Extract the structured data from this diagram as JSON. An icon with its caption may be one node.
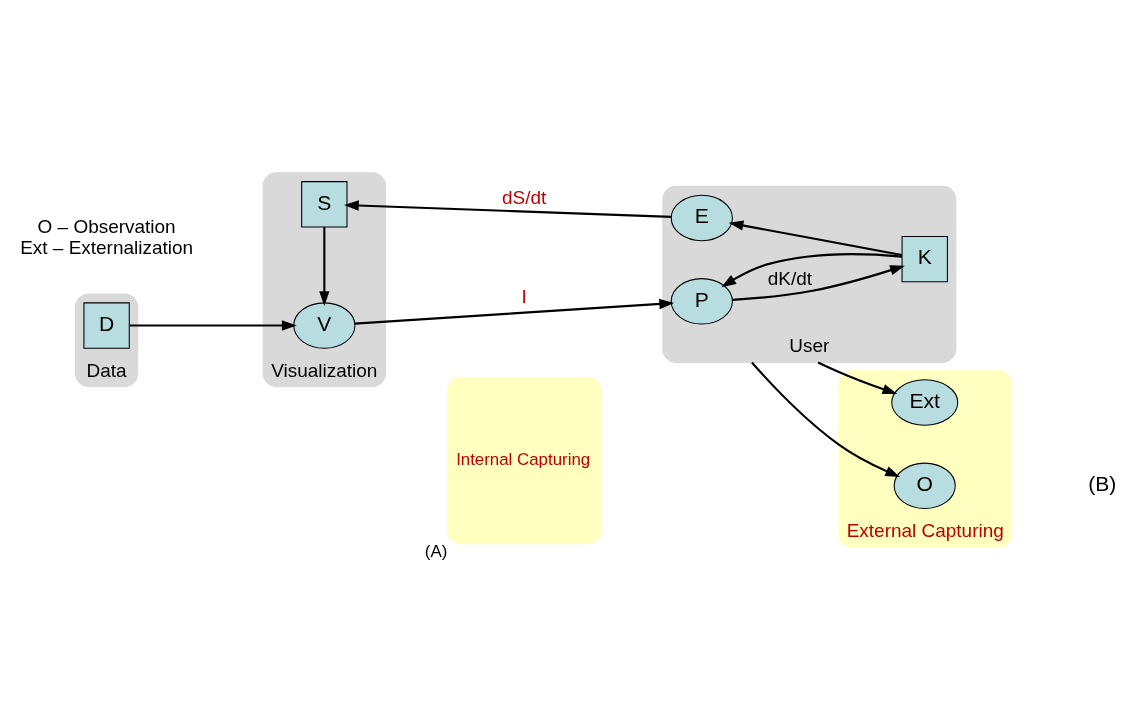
{
  "diagram": {
    "nodes": [
      {
        "text": [
          "Data"
        ]
      },
      {
        "text": [
          "D"
        ],
        "in": 0
      },
      {
        "text": [
          "Visualization"
        ]
      },
      {
        "text": [
          "V"
        ],
        "in": 2
      },
      {
        "text": [
          "S"
        ],
        "in": 2
      },
      {
        "text": [
          "Internal Capturing"
        ],
        "beside": [
          "(A)"
        ]
      },
      {
        "text": [
          "User"
        ]
      },
      {
        "text": [
          "P"
        ],
        "in": 6
      },
      {
        "text": [
          "K"
        ],
        "in": 6
      },
      {
        "text": [
          "E"
        ],
        "in": 6
      },
      {
        "text": [
          "External Capturing"
        ],
        "beside": [
          "(B)"
        ]
      },
      {
        "text": [
          "O"
        ],
        "in": 10
      },
      {
        "text": [
          "Ext"
        ],
        "in": 10
      }
    ],
    "edges": [
      {
        "from": 1,
        "to": 3,
        "arrow": "to"
      },
      {
        "from": 3,
        "to": 7,
        "arrow": "to",
        "label": "I"
      },
      {
        "from": 7,
        "to": 8,
        "arrow": "to",
        "label": "dK/dt"
      },
      {
        "from": 8,
        "to": 7,
        "arrow": "to"
      },
      {
        "from": 8,
        "to": 9,
        "arrow": "to"
      },
      {
        "from": 9,
        "to": 4,
        "arrow": "to",
        "label": "dS/dt"
      },
      {
        "from": 4,
        "to": 3,
        "arrow": "to"
      },
      {
        "from": 6,
        "to": 11,
        "arrow": "to"
      },
      {
        "from": 6,
        "to": 12,
        "arrow": "to"
      }
    ],
    "labels": [
      "O – Observation",
      "Ext – Externalization"
    ]
  }
}
